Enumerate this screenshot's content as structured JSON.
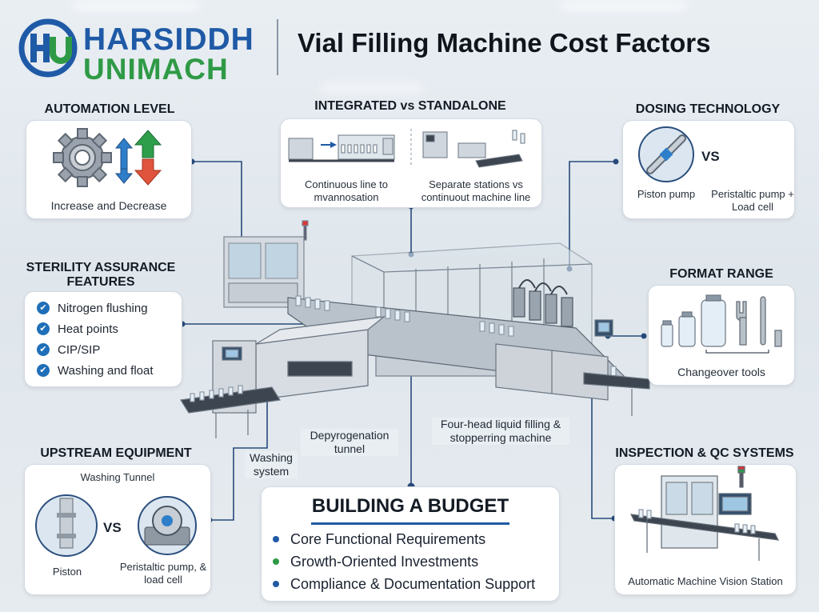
{
  "brand": {
    "line1": "HARSIDDH",
    "line2": "UNIMACH"
  },
  "title": "Vial Filling Machine Cost Factors",
  "colors": {
    "brand_blue": "#1f5aa6",
    "brand_green": "#2f9a46",
    "arrow_green": "#2e9e4b",
    "arrow_red": "#e0533d",
    "connector": "#274a7a"
  },
  "sections": {
    "automation": {
      "heading": "AUTOMATION LEVEL",
      "caption": "Increase and Decrease",
      "icons": [
        "gear-icon",
        "up-down-arrows-icon"
      ]
    },
    "integrated": {
      "heading": "INTEGRATED vs STANDALONE",
      "left_caption": "Continuous line to mvannosation",
      "right_caption": "Separate stations vs continuout machine line"
    },
    "dosing": {
      "heading": "DOSING TECHNOLOGY",
      "vs": "VS",
      "left_caption": "Piston pump",
      "right_caption": "Peristaltic pump + Load cell"
    },
    "sterility": {
      "heading": "STERILITY ASSURANCE FEATURES",
      "items": [
        "Nitrogen flushing",
        "Heat points",
        "CIP/SIP",
        "Washing and float"
      ]
    },
    "format": {
      "heading": "FORMAT RANGE",
      "caption": "Changeover tools"
    },
    "upstream": {
      "heading": "UPSTREAM EQUIPMENT",
      "top_caption": "Washing Tunnel",
      "vs": "VS",
      "left_caption": "Piston",
      "right_caption": "Peristaltic pump, & load cell"
    },
    "inspection": {
      "heading": "INSPECTION & QC SYSTEMS",
      "caption": "Automatic Machine Vision Station"
    }
  },
  "machine_labels": {
    "depyrogenation": "Depyrogenation tunnel",
    "washing": "Washing system",
    "filling": "Four-head liquid filling & stopperring machine"
  },
  "budget": {
    "title": "BUILDING A BUDGET",
    "items": [
      {
        "text": "Core Functional Requirements",
        "color": "#1f5aa6"
      },
      {
        "text": "Growth-Oriented Investments",
        "color": "#2f9a46"
      },
      {
        "text": "Compliance & Documentation Support",
        "color": "#1f5aa6"
      }
    ]
  }
}
